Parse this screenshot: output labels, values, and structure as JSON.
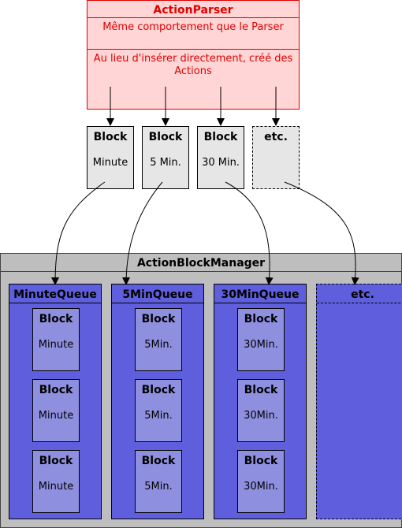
{
  "action_parser": {
    "title": "ActionParser",
    "line1": "Même comportement que le Parser",
    "line2": "Au lieu d'insérer directement, créé des Actions"
  },
  "top_blocks": [
    {
      "title": "Block",
      "sub": "Minute"
    },
    {
      "title": "Block",
      "sub": "5 Min."
    },
    {
      "title": "Block",
      "sub": "30 Min."
    },
    {
      "title": "etc.",
      "sub": ""
    }
  ],
  "manager": {
    "title": "ActionBlockManager",
    "queues": [
      {
        "title": "MinuteQueue",
        "blocks": [
          {
            "title": "Block",
            "sub": "Minute"
          },
          {
            "title": "Block",
            "sub": "Minute"
          },
          {
            "title": "Block",
            "sub": "Minute"
          }
        ]
      },
      {
        "title": "5MinQueue",
        "blocks": [
          {
            "title": "Block",
            "sub": "5Min."
          },
          {
            "title": "Block",
            "sub": "5Min."
          },
          {
            "title": "Block",
            "sub": "5Min."
          }
        ]
      },
      {
        "title": "30MinQueue",
        "blocks": [
          {
            "title": "Block",
            "sub": "30Min."
          },
          {
            "title": "Block",
            "sub": "30Min."
          },
          {
            "title": "Block",
            "sub": "30Min."
          }
        ]
      },
      {
        "title": "etc.",
        "blocks": []
      }
    ]
  },
  "colors": {
    "parser_fill": "#ffd5d5",
    "parser_text": "#e00000",
    "block_fill": "#e6e6e6",
    "manager_fill": "#bebebe",
    "queue_fill": "#5f5fde",
    "queue_block_fill": "#8f8fe0"
  }
}
